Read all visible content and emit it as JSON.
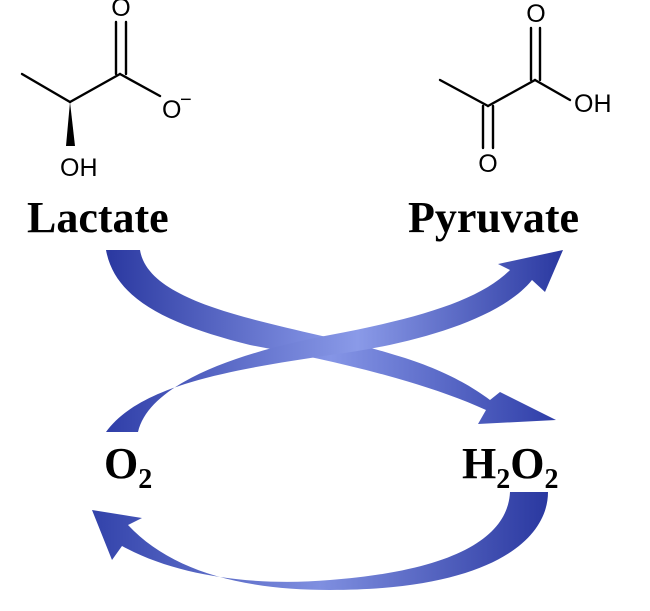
{
  "structures": {
    "lactate": {
      "carbonyl_o": "O",
      "carboxylate": "O",
      "charge": "−",
      "hydroxyl": "OH"
    },
    "pyruvate": {
      "carbonyl_o": "O",
      "ketone_o": "O",
      "hydroxyl": "OH"
    }
  },
  "labels": {
    "lactate": "Lactate",
    "pyruvate": "Pyruvate",
    "oxygen": {
      "base": "O",
      "sub": "2"
    },
    "h2o2": {
      "h": "H",
      "h_sub": "2",
      "o": "O",
      "o_sub": "2"
    }
  },
  "colors": {
    "arrow_light": "#7f8fe0",
    "arrow_dark": "#2a38a0"
  }
}
